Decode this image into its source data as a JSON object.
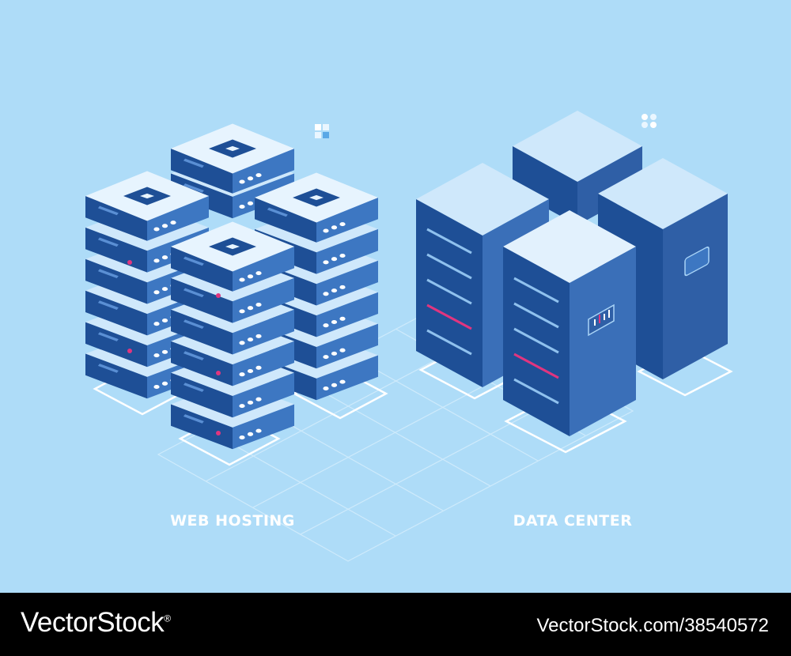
{
  "illustration": {
    "left_label": "WEB HOSTING",
    "right_label": "DATA CENTER",
    "colors": {
      "background": "#aedcf8",
      "server_face": "#2f5fa6",
      "server_top": "#d9eefc",
      "accent_led": "#e0357f",
      "outline": "#ffffff"
    }
  },
  "watermark": {
    "brand": "VectorStock",
    "registered_mark": "®",
    "reference": "VectorStock.com/38540572"
  }
}
